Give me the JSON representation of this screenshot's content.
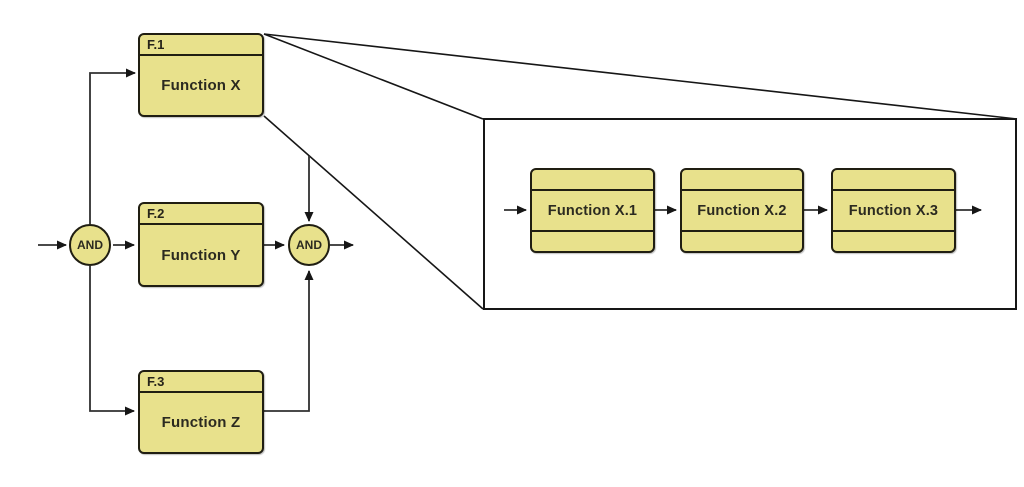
{
  "diagram": {
    "colors": {
      "background": "#ffffff",
      "box_fill": "#e8e18c",
      "box_border": "#201e12",
      "connector": "#303030",
      "callout": "#161616"
    },
    "main_flow": {
      "functions": [
        {
          "id": "F.1",
          "label": "Function X"
        },
        {
          "id": "F.2",
          "label": "Function Y"
        },
        {
          "id": "F.3",
          "label": "Function Z"
        }
      ],
      "gates": [
        {
          "label": "AND"
        },
        {
          "label": "AND"
        }
      ]
    },
    "detail_view": {
      "functions": [
        {
          "label": "Function X.1"
        },
        {
          "label": "Function X.2"
        },
        {
          "label": "Function X.3"
        }
      ]
    }
  }
}
